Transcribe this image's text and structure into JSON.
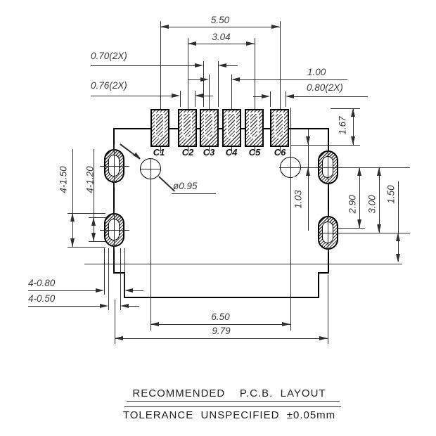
{
  "drawing": {
    "pad_labels": [
      "C1",
      "C2",
      "C3",
      "C4",
      "C5",
      "C6"
    ],
    "dims": {
      "w_c1_c6": "5.50",
      "w_c2_c5": "3.04",
      "w_070": "0.70(2X)",
      "w_076": "0.76(2X)",
      "w_100": "1.00",
      "w_080": "0.80(2X)",
      "h_167": "1.67",
      "h_103": "1.03",
      "h_290": "2.90",
      "h_300": "3.00",
      "h_150": "1.50",
      "s_150": "4-1.50",
      "s_120": "4-1.20",
      "s_080": "4-0.80",
      "s_050": "4-0.50",
      "dia": "ø0.95",
      "w_650": "6.50",
      "w_979": "9.79"
    },
    "title": "RECOMMENDED    P.C.B.  LAYOUT",
    "tolerance": "TOLERANCE  UNSPECIFIED  ±0.05mm"
  },
  "colors": {
    "outline": "#000000",
    "dim_line": "#2e2e2e",
    "dim_text": "#3a3a3a",
    "background": "#ffffff"
  }
}
